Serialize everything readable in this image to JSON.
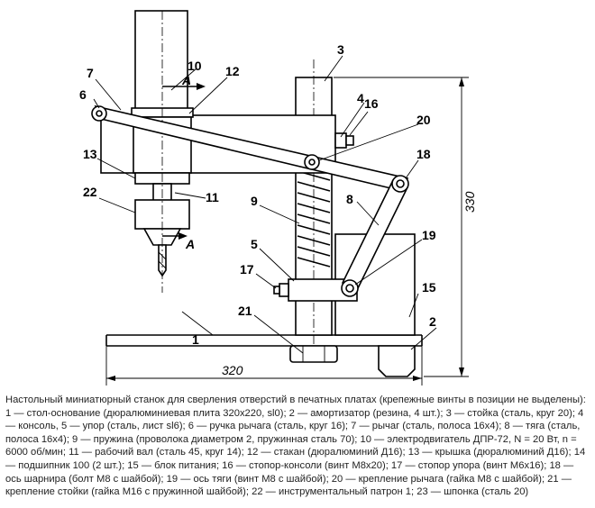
{
  "labels": {
    "p1": "1",
    "p2": "2",
    "p3": "3",
    "p4": "4",
    "p5": "5",
    "p6": "6",
    "p7": "7",
    "p8": "8",
    "p9": "9",
    "p10": "10",
    "p11": "11",
    "p12": "12",
    "p13": "13",
    "p15": "15",
    "p16": "16",
    "p17": "17",
    "p18": "18",
    "p19": "19",
    "p20": "20",
    "p21": "21",
    "p22": "22",
    "section_a1": "A",
    "section_a2": "A"
  },
  "dimensions": {
    "width": "320",
    "height": "330"
  },
  "caption": "Настольный миниатюрный станок для сверления отверстий в печатных платах (крепежные винты в позиции не выделены): 1 — стол-основание (дюралюминиевая плита 320х220, sl0); 2 — амортизатор (резина, 4 шт.); 3 — стойка (сталь, круг 20); 4 — консоль, 5 — упор (сталь, лист sl6); 6 — ручка рычага (сталь, круг 16); 7 — рычаг (сталь, полоса 16х4); 8 — тяга (сталь, полоса 16х4); 9 — пружина (проволока диаметром 2, пружинная сталь 70); 10 — электродвигатель ДПР-72, N = 20 Вт, n = 6000 об/мин; 11 — рабочий вал (сталь 45, круг 14); 12 — стакан (дюралюминий Д16); 13 — крышка (дюралюминий Д16); 14 — подшипник 100 (2 шт.); 15 — блок питания; 16 — стопор-консоли (винт М8х20); 17 — стопор упора (винт М6х16); 18 — ось шарнира (болт М8 с шайбой); 19 — ось тяги (винт М8 с шайбой); 20 — крепление рычага (гайка М8 с шайбой); 21 — крепление стойки (гайка М16 с пружинной шайбой); 22 — инструментальный патрон 1; 23 — шпонка (сталь 20)"
}
